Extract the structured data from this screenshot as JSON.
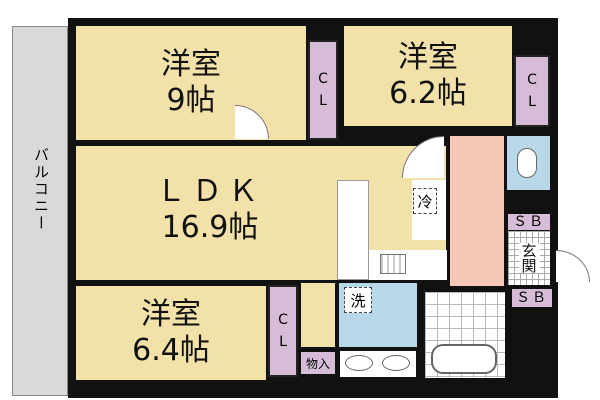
{
  "balcony": {
    "label": "バルコニー"
  },
  "rooms": {
    "western_9": {
      "name": "洋室",
      "size": "9帖",
      "closet": [
        "C",
        "L"
      ]
    },
    "western_62": {
      "name": "洋室",
      "size": "6.2帖",
      "closet": [
        "C",
        "L"
      ]
    },
    "ldk": {
      "name": "ＬＤＫ",
      "size": "16.9帖",
      "fridge": "冷"
    },
    "western_64": {
      "name": "洋室",
      "size": "6.4帖",
      "closet": [
        "C",
        "L"
      ]
    },
    "storage": "物入",
    "washroom": "洗",
    "entrance": "玄関",
    "shoe_box_top": "ＳＢ",
    "shoe_box_bottom": "ＳＢ"
  },
  "colors": {
    "room": "#f2e1a8",
    "closet": "#d6bcd6",
    "hall": "#f6c9b6",
    "water": "#b8d8ea",
    "balcony": "#d9d9d9"
  }
}
